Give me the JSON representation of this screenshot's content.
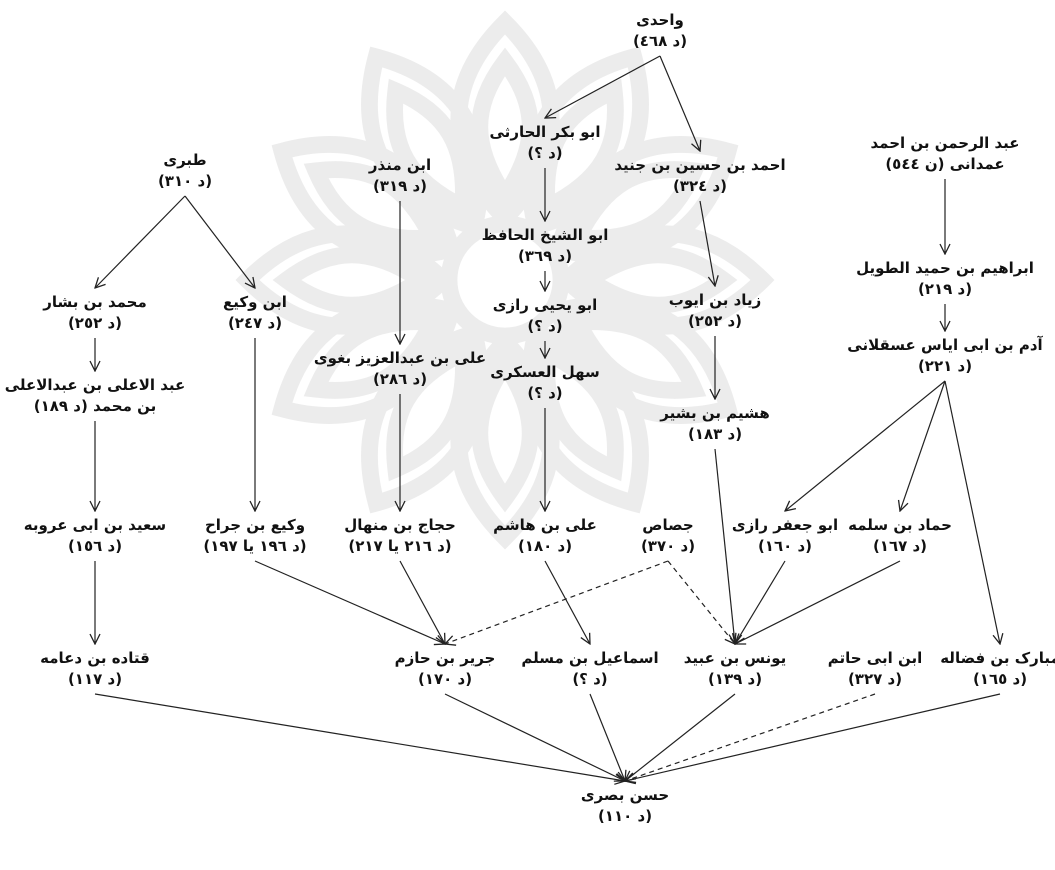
{
  "diagram": {
    "type": "narrator chain (isnad) diagram",
    "nodes": [
      {
        "id": "wahidi",
        "lines": [
          "واحدی",
          "(د ٤٦٨)"
        ]
      },
      {
        "id": "abu_bakr",
        "lines": [
          "ابو بکر الحارثی",
          "(د ؟)"
        ]
      },
      {
        "id": "ahmad",
        "lines": [
          "احمد بن حسین بن جنید",
          "(د ٣٢٤)"
        ]
      },
      {
        "id": "abdulrahman",
        "lines": [
          "عبد الرحمن بن احمد",
          "عمدانی (ن ٥٤٤)"
        ]
      },
      {
        "id": "tabari",
        "lines": [
          "طبری",
          "(د ٣١٠)"
        ]
      },
      {
        "id": "ibn_mundhir",
        "lines": [
          "ابن منذر",
          "(د ٣١٩)"
        ]
      },
      {
        "id": "abu_shaykh",
        "lines": [
          "ابو الشیخ الحافظ",
          "(د ٣٦٩)"
        ]
      },
      {
        "id": "ibrahim",
        "lines": [
          "ابراهیم بن حمید الطویل",
          "(د ٢١٩)"
        ]
      },
      {
        "id": "muhammad",
        "lines": [
          "محمد بن بشار",
          "(د ٢٥٢)"
        ]
      },
      {
        "id": "ibn_waki",
        "lines": [
          "ابن وکیع",
          "(د ٢٤٧)"
        ]
      },
      {
        "id": "abu_yahya",
        "lines": [
          "ابو یحیی رازی",
          "(د ؟)"
        ]
      },
      {
        "id": "ziyad",
        "lines": [
          "زیاد بن ایوب",
          "(د ٢٥٢)"
        ]
      },
      {
        "id": "ali_baghawi",
        "lines": [
          "علی بن عبدالعزیز بغوی",
          "(د ٢٨٦)"
        ]
      },
      {
        "id": "abd_ala",
        "lines": [
          "عبد الاعلی بن عبدالاعلی",
          "بن محمد (د ١٨٩)"
        ]
      },
      {
        "id": "sahl",
        "lines": [
          "سهل العسکری",
          "(د ؟)"
        ]
      },
      {
        "id": "adam",
        "lines": [
          "آدم بن ابی ایاس عسقلانی",
          "(د ٢٢١)"
        ]
      },
      {
        "id": "hushaym",
        "lines": [
          "هشیم بن بشیر",
          "(د ١٨٣)"
        ]
      },
      {
        "id": "said",
        "lines": [
          "سعید بن ابی عروبه",
          "(د ١٥٦)"
        ]
      },
      {
        "id": "waki",
        "lines": [
          "وکیع بن جراح",
          "(د ١٩٦ یا ١٩٧)"
        ]
      },
      {
        "id": "hajjaj",
        "lines": [
          "حجاج بن منهال",
          "(د ٢١٦ یا ٢١٧)"
        ]
      },
      {
        "id": "ali_hashim",
        "lines": [
          "علی بن هاشم",
          "(د ١٨٠)"
        ]
      },
      {
        "id": "jassas",
        "lines": [
          "جصاص",
          "(د ٣٧٠)"
        ]
      },
      {
        "id": "abu_jafar",
        "lines": [
          "ابو جعفر رازی",
          "(د ١٦٠)"
        ]
      },
      {
        "id": "hammad",
        "lines": [
          "حماد بن سلمه",
          "(د ١٦٧)"
        ]
      },
      {
        "id": "qatada",
        "lines": [
          "قتاده بن دعامه",
          "(د ١١٧)"
        ]
      },
      {
        "id": "jarir",
        "lines": [
          "جریر بن حازم",
          "(د ١٧٠)"
        ]
      },
      {
        "id": "ismail",
        "lines": [
          "اسماعیل بن مسلم",
          "(د ؟)"
        ]
      },
      {
        "id": "yunus",
        "lines": [
          "یونس بن عبید",
          "(د ١٣٩)"
        ]
      },
      {
        "id": "ibn_abi_hatim",
        "lines": [
          "ابن ابی حاتم",
          "(د ٣٢٧)"
        ]
      },
      {
        "id": "mubarak",
        "lines": [
          "مبارک بن فضاله",
          "(د ١٦٥)"
        ]
      },
      {
        "id": "hasan",
        "lines": [
          "حسن بصری",
          "(د ١١٠)"
        ]
      }
    ],
    "edges": [
      {
        "from": "wahidi",
        "to": "abu_bakr"
      },
      {
        "from": "wahidi",
        "to": "ahmad"
      },
      {
        "from": "abu_bakr",
        "to": "abu_shaykh"
      },
      {
        "from": "abu_shaykh",
        "to": "abu_yahya"
      },
      {
        "from": "abu_yahya",
        "to": "sahl"
      },
      {
        "from": "sahl",
        "to": "ali_hashim"
      },
      {
        "from": "ali_hashim",
        "to": "ismail"
      },
      {
        "from": "ahmad",
        "to": "ziyad"
      },
      {
        "from": "ziyad",
        "to": "hushaym"
      },
      {
        "from": "hushaym",
        "to": "yunus"
      },
      {
        "from": "abdulrahman",
        "to": "ibrahim"
      },
      {
        "from": "ibrahim",
        "to": "adam"
      },
      {
        "from": "adam",
        "to": "abu_jafar"
      },
      {
        "from": "adam",
        "to": "hammad"
      },
      {
        "from": "adam",
        "to": "mubarak"
      },
      {
        "from": "abu_jafar",
        "to": "yunus"
      },
      {
        "from": "hammad",
        "to": "yunus"
      },
      {
        "from": "tabari",
        "to": "muhammad"
      },
      {
        "from": "tabari",
        "to": "ibn_waki"
      },
      {
        "from": "muhammad",
        "to": "abd_ala"
      },
      {
        "from": "abd_ala",
        "to": "said"
      },
      {
        "from": "said",
        "to": "qatada"
      },
      {
        "from": "ibn_waki",
        "to": "waki"
      },
      {
        "from": "waki",
        "to": "jarir"
      },
      {
        "from": "ibn_mundhir",
        "to": "ali_baghawi"
      },
      {
        "from": "ali_baghawi",
        "to": "hajjaj"
      },
      {
        "from": "hajjaj",
        "to": "jarir"
      },
      {
        "from": "jassas",
        "to": "jarir",
        "dashed": true
      },
      {
        "from": "jassas",
        "to": "yunus",
        "dashed": true
      },
      {
        "from": "qatada",
        "to": "hasan"
      },
      {
        "from": "jarir",
        "to": "hasan"
      },
      {
        "from": "ismail",
        "to": "hasan"
      },
      {
        "from": "yunus",
        "to": "hasan"
      },
      {
        "from": "ibn_abi_hatim",
        "to": "hasan",
        "dashed": true
      },
      {
        "from": "mubarak",
        "to": "hasan"
      }
    ],
    "colors": {
      "text": "#111111",
      "edge": "#222222",
      "watermark": "#9a9a9a"
    }
  }
}
